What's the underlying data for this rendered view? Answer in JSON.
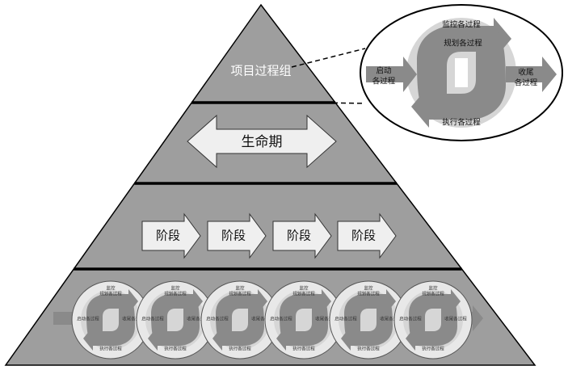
{
  "pyramid": {
    "top_label": "项目过程组",
    "lifecycle_label": "生命期",
    "phases": [
      "阶段",
      "阶段",
      "阶段",
      "阶段"
    ]
  },
  "process_groups": {
    "monitoring": "监控各过程",
    "planning": "规划各过程",
    "initiating_line1": "启动",
    "initiating_line2": "各过程",
    "executing": "执行各过程",
    "closing_line1": "收尾",
    "closing_line2": "各过程"
  },
  "mini_cycles": {
    "count": 6,
    "monitoring": "监控",
    "planning": "规划各过程",
    "initiating": "启动各过程",
    "executing": "执行各过程",
    "closing": "收尾各过程"
  },
  "colors": {
    "pyramid_fill": "#9e9e9e",
    "band_line": "#000000",
    "arrow_fill": "#efefef",
    "cycle_bg": "#d6d6d6",
    "cycle_shape": "#8a8a8a"
  }
}
